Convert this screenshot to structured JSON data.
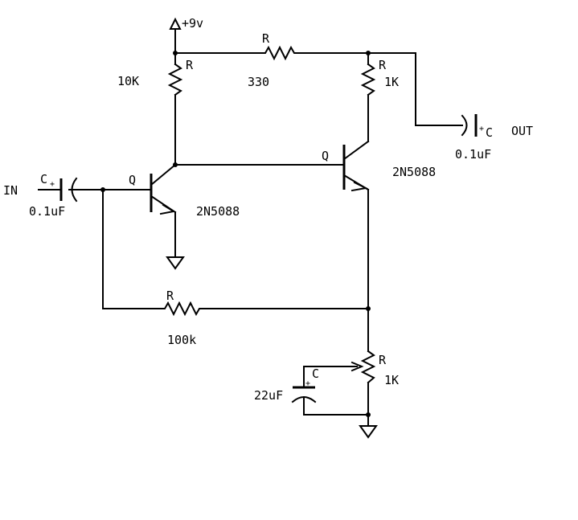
{
  "supply": {
    "label": "+9v"
  },
  "resistors": {
    "r_10k": {
      "name": "R",
      "value": "10K"
    },
    "r_330": {
      "name": "R",
      "value": "330"
    },
    "r_1k_collector": {
      "name": "R",
      "value": "1K"
    },
    "r_100k": {
      "name": "R",
      "value": "100k"
    },
    "r_1k_pot": {
      "name": "R",
      "value": "1K"
    }
  },
  "capacitors": {
    "c_in": {
      "name": "C",
      "polarity": "+",
      "value": "0.1uF"
    },
    "c_out": {
      "name": "C",
      "polarity": "+",
      "value": "0.1uF"
    },
    "c_bypass": {
      "name": "C",
      "polarity": "+",
      "value": "22uF"
    }
  },
  "transistors": {
    "q1": {
      "name": "Q",
      "part": "2N5088"
    },
    "q2": {
      "name": "Q",
      "part": "2N5088"
    }
  },
  "ports": {
    "input": "IN",
    "output": "OUT"
  }
}
